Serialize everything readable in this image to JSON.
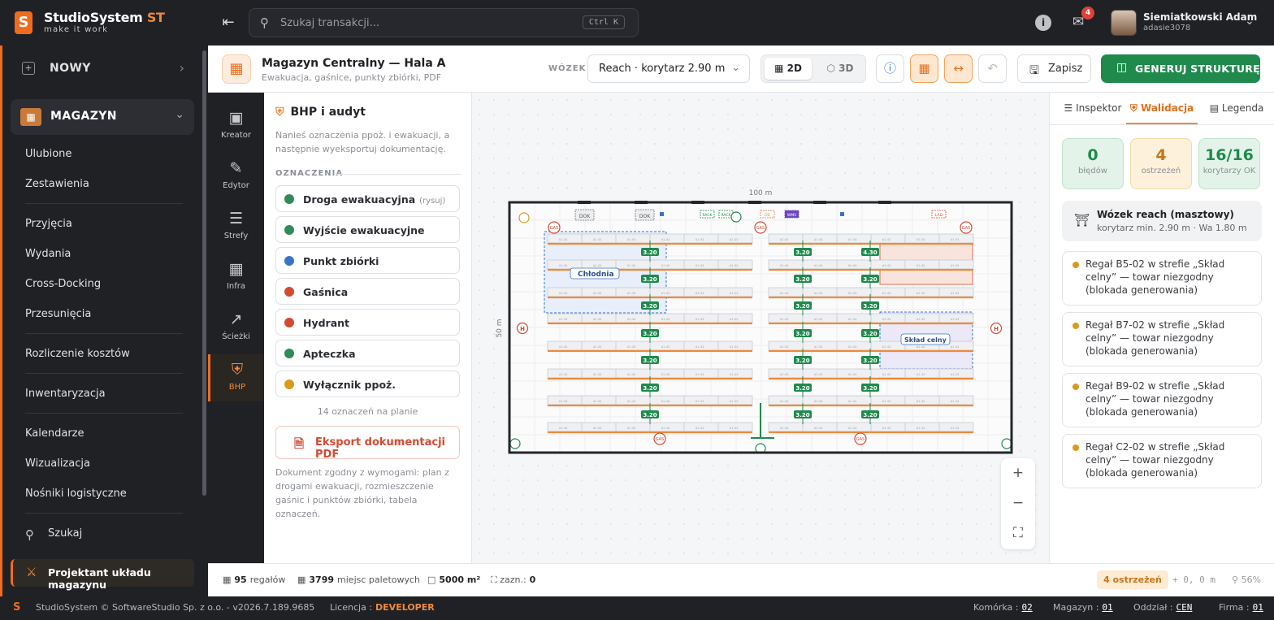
{
  "brand": {
    "name": "StudioSystem",
    "suffix": "ST",
    "tagline": "make it work",
    "logo_letter": "S"
  },
  "search": {
    "placeholder": "Szukaj transakcji...",
    "shortcut": "Ctrl K"
  },
  "header": {
    "mail_count": "4",
    "user_name": "Siemiatkowski Adam",
    "user_login": "adasie3078"
  },
  "sidebar": {
    "new_label": "NOWY",
    "section_label": "MAGAZYN",
    "items": [
      "Ulubione",
      "Zestawienia",
      "Przyjęcia",
      "Wydania",
      "Cross-Docking",
      "Przesunięcia",
      "Rozliczenie kosztów",
      "Inwentaryzacja",
      "Kalendarze",
      "Wizualizacja",
      "Nośniki logistyczne"
    ],
    "search_label": "Szukaj",
    "active_app": "Projektant układu magazynu"
  },
  "document": {
    "title": "Magazyn Centralny — Hala A",
    "subtitle": "Ewakuacja, gaśnice, punkty zbiórki, PDF"
  },
  "toolbar": {
    "vehicle_label": "WÓZEK",
    "vehicle_value": "Reach · korytarz 2.90 m",
    "view_2d": "2D",
    "view_3d": "3D",
    "save_label": "Zapisz",
    "generate_label": "GENERUJ STRUKTURĘ"
  },
  "toolrail": {
    "items": [
      "Kreator",
      "Edytor",
      "Strefy",
      "Infra",
      "Ścieżki",
      "BHP"
    ],
    "active": "BHP"
  },
  "bhp": {
    "title": "BHP i audyt",
    "description": "Nanieś oznaczenia ppoż. i ewakuacji, a następnie wyeksportuj dokumentację.",
    "section_label": "OZNACZENIA",
    "markers": [
      {
        "label": "Droga ewakuacyjna",
        "hint": "(rysuj)",
        "color": "#2e8b57"
      },
      {
        "label": "Wyjście ewakuacyjne",
        "hint": "",
        "color": "#2e8b57"
      },
      {
        "label": "Punkt zbiórki",
        "hint": "",
        "color": "#3a74c9"
      },
      {
        "label": "Gaśnica",
        "hint": "",
        "color": "#d24a32"
      },
      {
        "label": "Hydrant",
        "hint": "",
        "color": "#d24a32"
      },
      {
        "label": "Apteczka",
        "hint": "",
        "color": "#2e8b57"
      },
      {
        "label": "Wyłącznik ppoż.",
        "hint": "",
        "color": "#d99a1e"
      }
    ],
    "markers_count": "14 oznaczeń na planie",
    "export_label": "Eksport dokumentacji PDF",
    "compliance_note": "Dokument zgodny z wymogami: plan z drogami ewakuacji, rozmieszczenie gaśnic i punktów zbiórki, tabela oznaczeń."
  },
  "floorplan": {
    "width_label": "100 m",
    "height_label": "50 m",
    "zone_labels": [
      "Chłodnia",
      "Skład celny"
    ],
    "aisle_widths": [
      "3.20",
      "4.30"
    ],
    "dock_labels": [
      "DOK",
      "DOK"
    ],
    "small_tags": [
      "RACK",
      "RACK",
      "OC",
      "WMS",
      "LAD"
    ],
    "gas_label": "GAS",
    "hydrant_label": "H",
    "rack_code": "A1-01"
  },
  "inspector": {
    "tabs": [
      "Inspektor",
      "Walidacja",
      "Legenda"
    ],
    "active_tab": "Walidacja",
    "stats": [
      {
        "value": "0",
        "label": "błędów",
        "bg": "#e3f3e9",
        "border": "#bfe3cc",
        "color": "#1f8a4c"
      },
      {
        "value": "4",
        "label": "ostrzeżeń",
        "bg": "#fdf1dc",
        "border": "#f3d9a6",
        "color": "#c7761b"
      },
      {
        "value": "16/16",
        "label": "korytarzy OK",
        "bg": "#e3f3e9",
        "border": "#bfe3cc",
        "color": "#1f8a4c"
      }
    ],
    "vehicle_title": "Wózek reach (masztowy)",
    "vehicle_sub": "korytarz min. 2.90 m · Wa 1.80 m",
    "warnings": [
      "Regał B5-02 w strefie „Skład celny” — towar niezgodny (blokada generowania)",
      "Regał B7-02 w strefie „Skład celny” — towar niezgodny (blokada generowania)",
      "Regał B9-02 w strefie „Skład celny” — towar niezgodny (blokada generowania)",
      "Regał C2-02 w strefie „Skład celny” — towar niezgodny (blokada generowania)"
    ]
  },
  "status": {
    "racks_value": "95",
    "racks_label": "regałów",
    "pallets_value": "3799",
    "pallets_label": "miejsc paletowych",
    "area_value": "5000 m²",
    "selected_label": "zazn.:",
    "selected_value": "0",
    "warnings_badge": "4 ostrzeżeń",
    "coords": "0, 0 m",
    "zoom": "56%"
  },
  "footer": {
    "copyright": "StudioSystem © SoftwareStudio Sp. z o.o. - v2026.7.189.9685",
    "license_label": "Licencja :",
    "license_value": "DEVELOPER",
    "komorka_label": "Komórka :",
    "komorka_value": "02",
    "magazyn_label": "Magazyn :",
    "magazyn_value": "01",
    "oddzial_label": "Oddział :",
    "oddzial_value": "CEN",
    "firma_label": "Firma :",
    "firma_value": "01"
  }
}
